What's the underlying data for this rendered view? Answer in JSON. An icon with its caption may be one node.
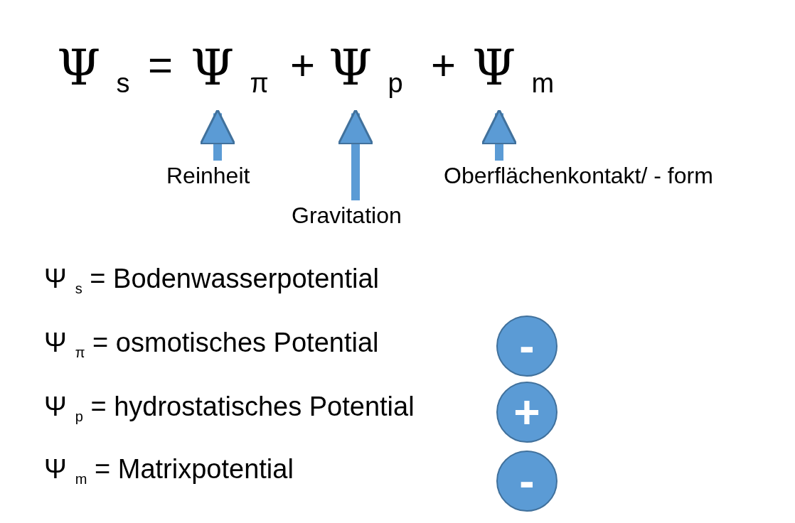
{
  "diagram": {
    "nodes": [
      {
        "text": [
          "Ψ$_{π}$"
        ]
      },
      {
        "text": [
          "Ψ$_{p}$"
        ]
      },
      {
        "text": [
          "Ψ$_{m}$"
        ]
      },
      {
        "text": [
          "Reinheit"
        ]
      },
      {
        "text": [
          "Gravitation"
        ]
      },
      {
        "text": [
          "Oberflächenkontakt/ - form"
        ]
      },
      {
        "text": [
          "-"
        ]
      },
      {
        "text": [
          "+"
        ]
      },
      {
        "text": [
          "-"
        ]
      }
    ],
    "edges": [
      {
        "from": 3,
        "to": 0,
        "arrow": "to"
      },
      {
        "from": 4,
        "to": 1,
        "arrow": "to"
      },
      {
        "from": 5,
        "to": 2,
        "arrow": "to"
      }
    ],
    "labels": [
      "Ψ$_{s}$",
      "=",
      "+",
      "+",
      "Ψ$_{s}$ = Bodenwasserpotential",
      "Ψ$_{π}$ = osmotisches Potential",
      "Ψ$_{p}$ = hydrostatisches Potential",
      "Ψ$_{m}$ = Matrixpotential"
    ]
  }
}
